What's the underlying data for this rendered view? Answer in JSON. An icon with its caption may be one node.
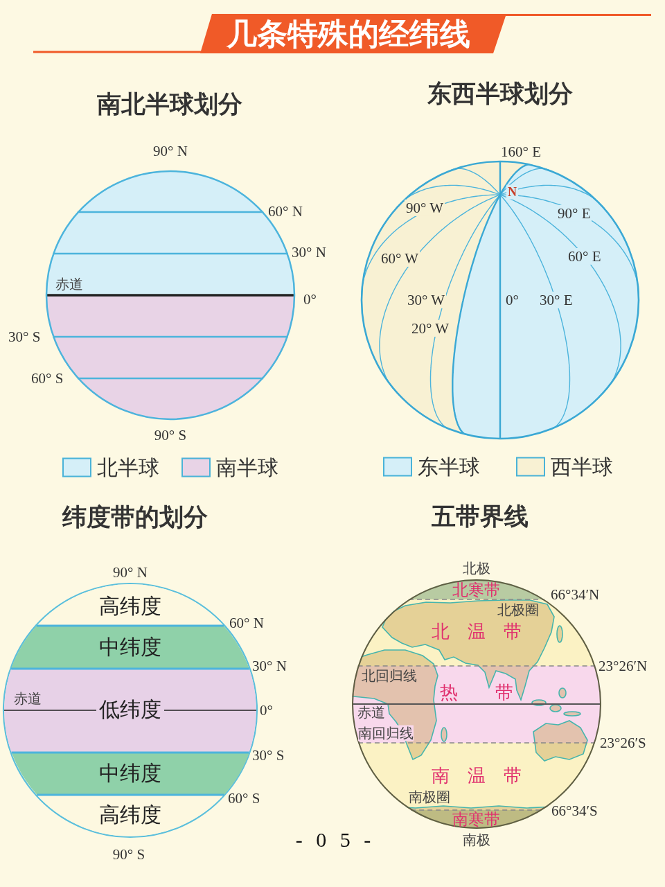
{
  "diagram": {
    "title": "几条特殊的经纬线",
    "nodes": [
      {
        "text": [
          "高纬度"
        ]
      },
      {
        "text": [
          "中纬度"
        ]
      },
      {
        "text": [
          "低纬度"
        ]
      },
      {
        "text": [
          "中纬度"
        ]
      },
      {
        "text": [
          "高纬度"
        ]
      },
      {
        "text": [
          "北寒带"
        ]
      },
      {
        "text": [
          "北温带"
        ]
      },
      {
        "text": [
          "热带"
        ]
      },
      {
        "text": [
          "南温带"
        ]
      },
      {
        "text": [
          "南寒带"
        ]
      }
    ],
    "labels": [
      "南北半球划分",
      "90° N",
      "60° N",
      "30° N",
      "赤道",
      "0°",
      "30° S",
      "60° S",
      "90° S",
      "东西半球划分",
      "160° E",
      "N",
      "90° W",
      "90° E",
      "60° W",
      "60° E",
      "30° W",
      "0°",
      "30° E",
      "20° W",
      "纬度带的划分",
      "90° N",
      "60° N",
      "30° N",
      "赤道",
      "0°",
      "30° S",
      "60° S",
      "90° S",
      "五带界线",
      "北极",
      "66°34′N",
      "北极圈",
      "23°26′N",
      "北回归线",
      "赤道",
      "南回归线",
      "23°26′S",
      "南极圈",
      "66°34′S",
      "- 0 5 -",
      "南极"
    ],
    "legend": [
      {
        "text": "北半球",
        "color": "#d5eff8"
      },
      {
        "text": "南半球",
        "color": "#e8d3e6"
      },
      {
        "text": "东半球",
        "color": "#d5eff8"
      },
      {
        "text": "西半球",
        "color": "#f8f1d3"
      }
    ]
  }
}
